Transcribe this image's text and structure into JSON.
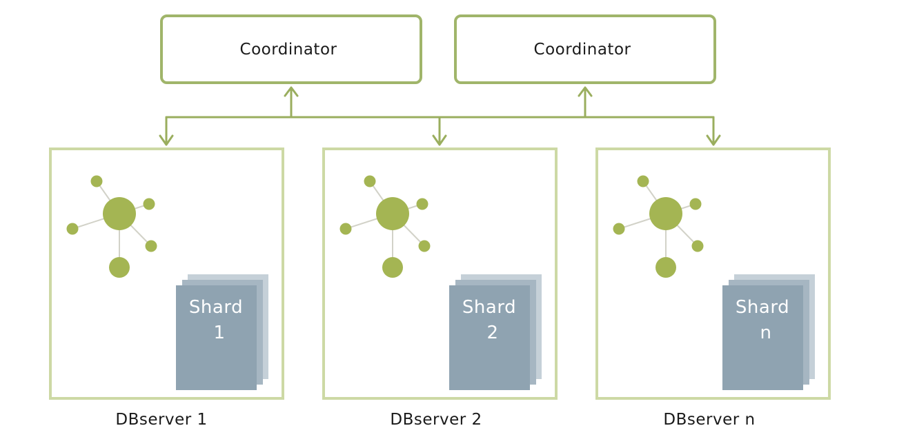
{
  "coordinators": [
    {
      "label": "Coordinator"
    },
    {
      "label": "Coordinator"
    }
  ],
  "dbservers": [
    {
      "label": "DBserver 1",
      "shard_word": "Shard",
      "shard_id": "1"
    },
    {
      "label": "DBserver 2",
      "shard_word": "Shard",
      "shard_id": "2"
    },
    {
      "label": "DBserver n",
      "shard_word": "Shard",
      "shard_id": "n"
    }
  ],
  "colors": {
    "coordinator_border": "#a0b56a",
    "server_border": "#cdd9a5",
    "connector": "#9aae5e",
    "graph_node": "#a4b553",
    "graph_edge": "#d2d2c8",
    "shard_front": "#8fa3b1",
    "shard_middle": "#a6b6c2",
    "shard_back": "#c5d0d8"
  },
  "icons": {
    "graph": "graph-network-icon",
    "shard": "shard-stack-icon"
  }
}
